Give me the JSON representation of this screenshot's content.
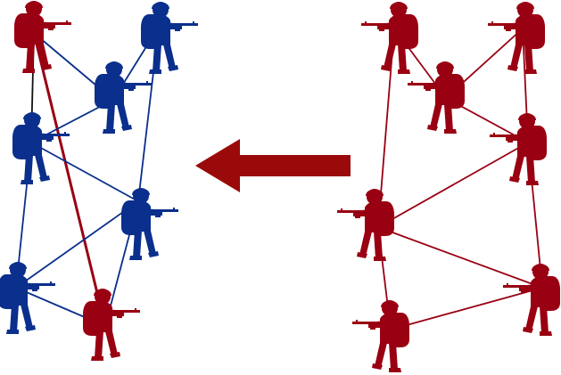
{
  "diagram": {
    "colors": {
      "blue_team": "#0a2f8c",
      "red_team": "#990012",
      "arrow": "#9b0a0a",
      "black_link": "#111111",
      "background": "#ffffff"
    },
    "icon": "soldier-with-rifle-icon",
    "arrow_direction": "left",
    "left_network": {
      "soldiers": [
        {
          "id": "L1",
          "team": "red",
          "facing": "right"
        },
        {
          "id": "L2",
          "team": "blue",
          "facing": "right"
        },
        {
          "id": "L3",
          "team": "blue",
          "facing": "right"
        },
        {
          "id": "L4",
          "team": "blue",
          "facing": "right"
        },
        {
          "id": "L5",
          "team": "blue",
          "facing": "right"
        },
        {
          "id": "L6",
          "team": "blue",
          "facing": "right"
        },
        {
          "id": "L7",
          "team": "red",
          "facing": "right"
        }
      ],
      "links": [
        {
          "from": "L1",
          "to": "L3",
          "color": "blue_team"
        },
        {
          "from": "L1",
          "to": "L4",
          "color": "black_link"
        },
        {
          "from": "L1",
          "to": "L7",
          "color": "red_team"
        },
        {
          "from": "L2",
          "to": "L3",
          "color": "blue_team"
        },
        {
          "from": "L2",
          "to": "L5",
          "color": "blue_team"
        },
        {
          "from": "L3",
          "to": "L4",
          "color": "blue_team"
        },
        {
          "from": "L4",
          "to": "L5",
          "color": "blue_team"
        },
        {
          "from": "L4",
          "to": "L6",
          "color": "blue_team"
        },
        {
          "from": "L5",
          "to": "L6",
          "color": "blue_team"
        },
        {
          "from": "L5",
          "to": "L7",
          "color": "blue_team"
        },
        {
          "from": "L6",
          "to": "L7",
          "color": "blue_team"
        }
      ]
    },
    "right_network": {
      "soldiers": [
        {
          "id": "R1",
          "team": "red",
          "facing": "left"
        },
        {
          "id": "R2",
          "team": "red",
          "facing": "left"
        },
        {
          "id": "R3",
          "team": "red",
          "facing": "left"
        },
        {
          "id": "R4",
          "team": "red",
          "facing": "left"
        },
        {
          "id": "R5",
          "team": "red",
          "facing": "left"
        },
        {
          "id": "R6",
          "team": "red",
          "facing": "left"
        },
        {
          "id": "R7",
          "team": "red",
          "facing": "left"
        }
      ],
      "links": [
        {
          "from": "R1",
          "to": "R3",
          "color": "red_team"
        },
        {
          "from": "R1",
          "to": "R5",
          "color": "red_team"
        },
        {
          "from": "R2",
          "to": "R3",
          "color": "red_team"
        },
        {
          "from": "R2",
          "to": "R4",
          "color": "red_team"
        },
        {
          "from": "R3",
          "to": "R4",
          "color": "red_team"
        },
        {
          "from": "R4",
          "to": "R5",
          "color": "red_team"
        },
        {
          "from": "R4",
          "to": "R6",
          "color": "red_team"
        },
        {
          "from": "R5",
          "to": "R6",
          "color": "red_team"
        },
        {
          "from": "R5",
          "to": "R7",
          "color": "red_team"
        },
        {
          "from": "R6",
          "to": "R7",
          "color": "red_team"
        }
      ]
    }
  }
}
